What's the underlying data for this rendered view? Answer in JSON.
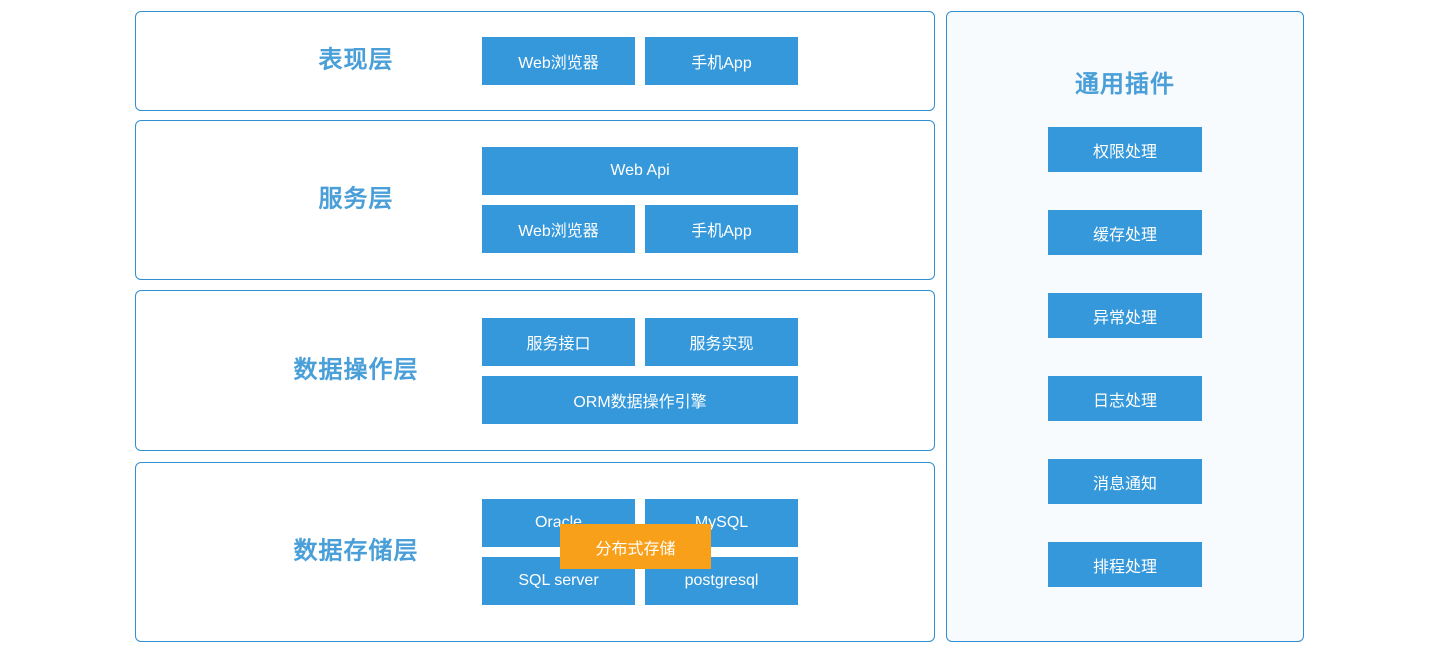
{
  "diagram": {
    "colors": {
      "box_blue": "#3498db",
      "box_orange": "#f9a01b",
      "title_blue": "#4a9fd8",
      "border_blue": "#2f8fd0",
      "panel_bg": "#f7fbfd"
    },
    "layers": [
      {
        "title": "表现层",
        "rows": [
          {
            "boxes": [
              {
                "label": "Web浏览器",
                "span": "half"
              },
              {
                "label": "手机App",
                "span": "half"
              }
            ]
          }
        ]
      },
      {
        "title": "服务层",
        "rows": [
          {
            "boxes": [
              {
                "label": "Web Api",
                "span": "full"
              }
            ]
          },
          {
            "boxes": [
              {
                "label": "Web浏览器",
                "span": "half"
              },
              {
                "label": "手机App",
                "span": "half"
              }
            ]
          }
        ]
      },
      {
        "title": "数据操作层",
        "rows": [
          {
            "boxes": [
              {
                "label": "服务接口",
                "span": "half"
              },
              {
                "label": "服务实现",
                "span": "half"
              }
            ]
          },
          {
            "boxes": [
              {
                "label": "ORM数据操作引擎",
                "span": "full"
              }
            ]
          }
        ]
      },
      {
        "title": "数据存储层",
        "rows": [
          {
            "boxes": [
              {
                "label": "Oracle",
                "span": "half"
              },
              {
                "label": "MySQL",
                "span": "half"
              }
            ]
          },
          {
            "boxes": [
              {
                "label": "SQL server",
                "span": "half"
              },
              {
                "label": "postgresql",
                "span": "half"
              }
            ]
          }
        ]
      }
    ],
    "overlay": {
      "label": "分布式存储"
    },
    "plugins": {
      "title": "通用插件",
      "items": [
        {
          "label": "权限处理"
        },
        {
          "label": "缓存处理"
        },
        {
          "label": "异常处理"
        },
        {
          "label": "日志处理"
        },
        {
          "label": "消息通知"
        },
        {
          "label": "排程处理"
        }
      ]
    }
  }
}
